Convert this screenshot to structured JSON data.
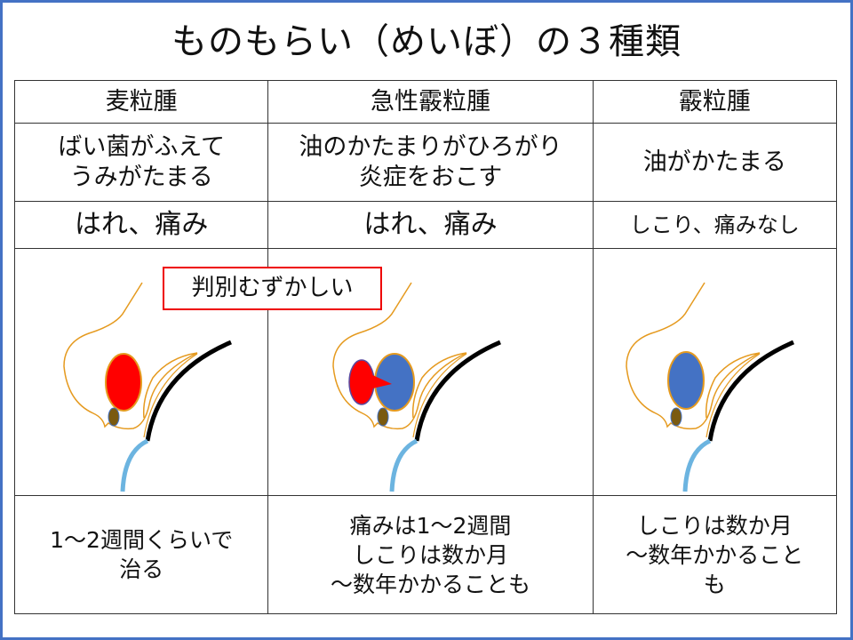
{
  "title": "ものもらい（めいぼ）の３種類",
  "columns": [
    {
      "name": "麦粒腫",
      "cause": [
        "ばい菌がふえて",
        "うみがたまる"
      ],
      "symptom": "はれ、痛み",
      "duration": [
        "1〜2週間くらいで",
        "治る"
      ]
    },
    {
      "name": "急性霰粒腫",
      "cause": [
        "油のかたまりがひろがり",
        "炎症をおこす"
      ],
      "symptom": "はれ、痛み",
      "duration": [
        "痛みは1〜2週間",
        "しこりは数か月",
        "〜数年かかることも"
      ]
    },
    {
      "name": "霰粒腫",
      "cause": [
        "油がかたまる"
      ],
      "symptom": "しこり、痛みなし",
      "duration": [
        "しこりは数か月",
        "〜数年かかること",
        "も"
      ]
    }
  ],
  "note_label": "判別むずかしい",
  "colors": {
    "border": "#4472c4",
    "pus": "#ff0000",
    "oil": "#4472c4",
    "lid": "#e59a1f",
    "label_border": "#e00000"
  }
}
